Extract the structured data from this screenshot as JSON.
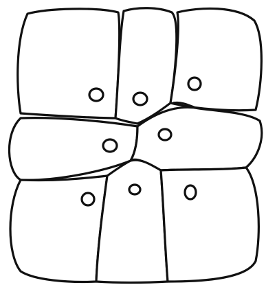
{
  "diagram": {
    "cells": [
      {
        "id": "upper-left"
      },
      {
        "id": "upper-middle"
      },
      {
        "id": "upper-right"
      },
      {
        "id": "middle-left"
      },
      {
        "id": "middle-right"
      },
      {
        "id": "lower-left"
      },
      {
        "id": "lower-middle"
      },
      {
        "id": "lower-right"
      }
    ],
    "cell_count": 8,
    "line_color": "#111111",
    "background_color": "#ffffff"
  }
}
